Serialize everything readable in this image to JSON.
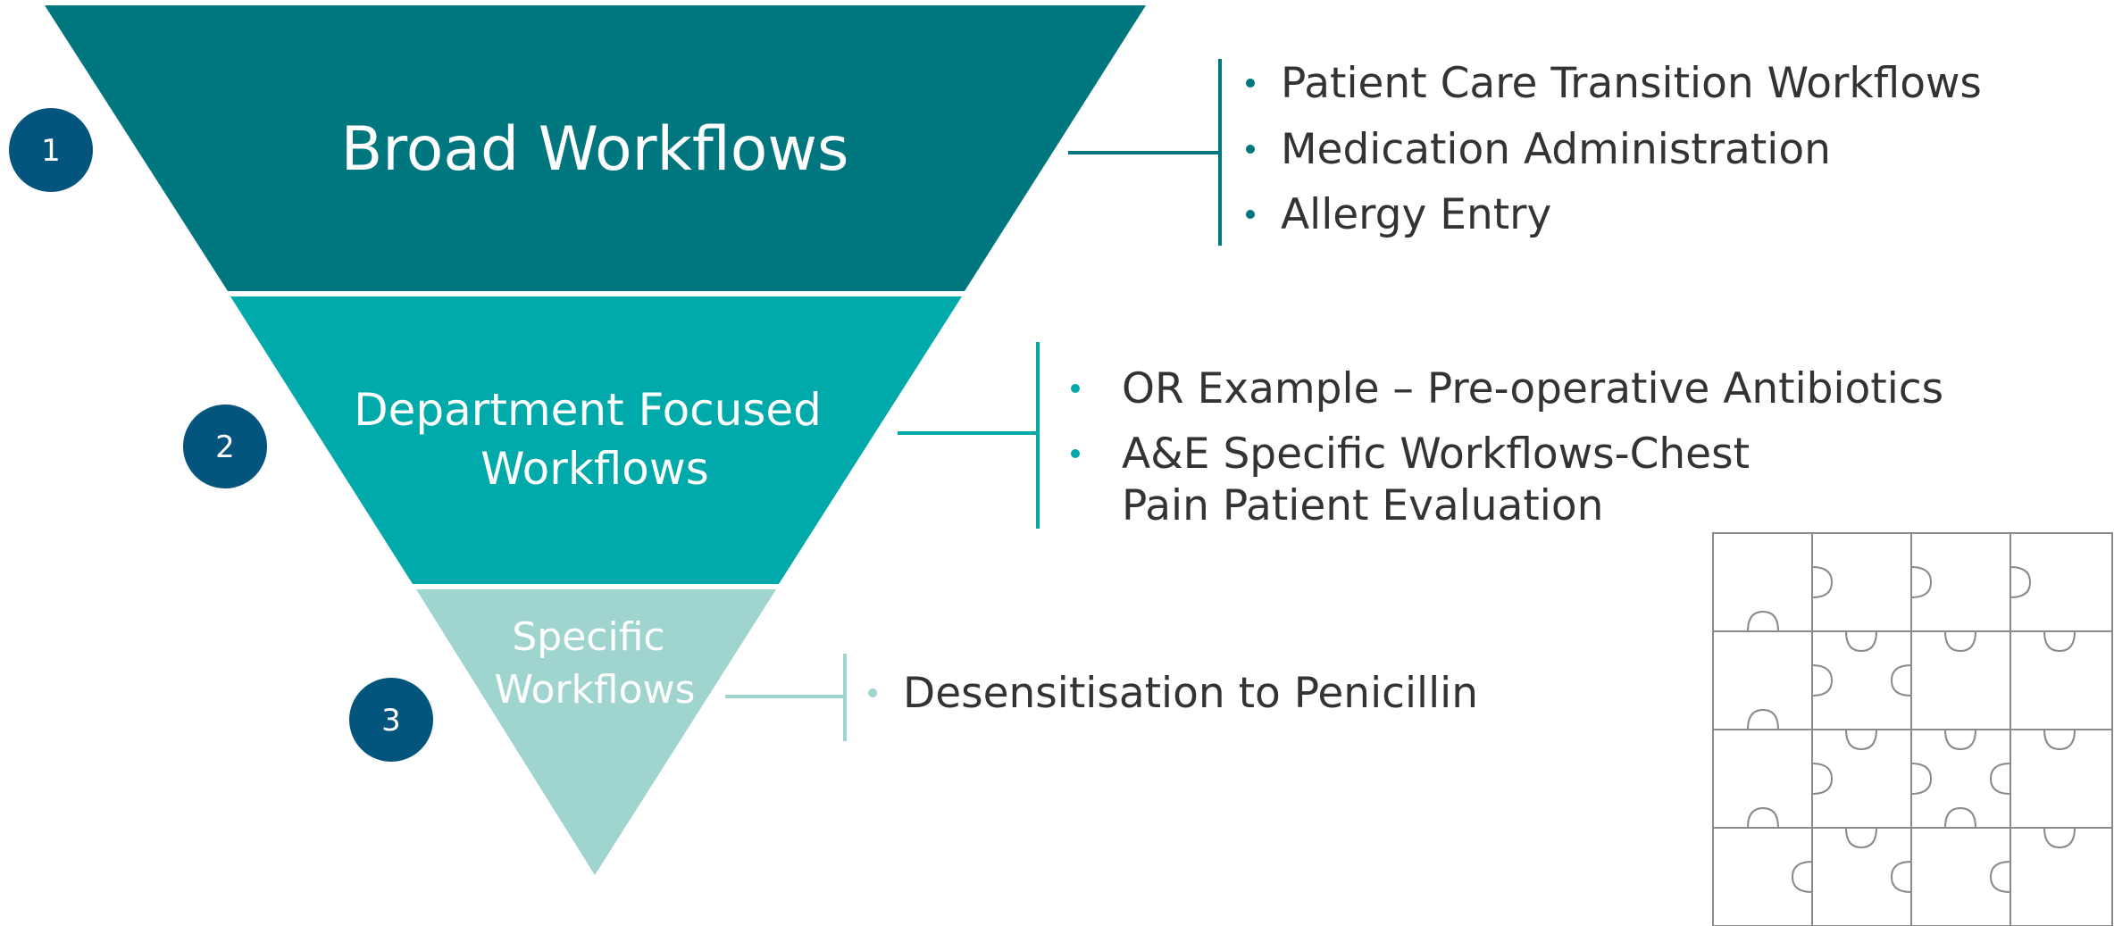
{
  "colors": {
    "tier1": "#00767e",
    "tier2": "#00a9aa",
    "tier3": "#9fd4cf",
    "badge": "#04557e",
    "bullet_text": "#333333"
  },
  "tiers": [
    {
      "number": "1",
      "label_lines": [
        "Broad Workflows"
      ],
      "bullets": [
        [
          "Patient Care Transition Workflows"
        ],
        [
          "Medication Administration"
        ],
        [
          "Allergy Entry"
        ]
      ]
    },
    {
      "number": "2",
      "label_lines": [
        "Department Focused",
        "Workflows"
      ],
      "bullets": [
        [
          "OR Example – Pre-operative Antibiotics"
        ],
        [
          "A&E Specific Workflows-Chest",
          "Pain Patient Evaluation"
        ]
      ]
    },
    {
      "number": "3",
      "label_lines": [
        "Specific",
        "Workflows"
      ],
      "bullets": [
        [
          "Desensitisation to Penicillin"
        ]
      ]
    }
  ],
  "icons": {
    "puzzle": "puzzle-grid-icon"
  }
}
